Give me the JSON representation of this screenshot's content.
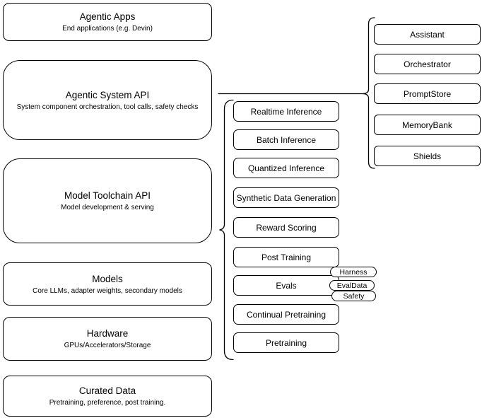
{
  "colors": {
    "stroke": "#000000",
    "background": "#ffffff",
    "text": "#000000"
  },
  "stack": [
    {
      "title": "Agentic Apps",
      "subtitle": "End applications (e.g. Devin)"
    },
    {
      "title": "Agentic System API",
      "subtitle": "System component orchestration, tool calls, safety checks"
    },
    {
      "title": "Model Toolchain API",
      "subtitle": "Model development & serving"
    },
    {
      "title": "Models",
      "subtitle": "Core LLMs, adapter weights, secondary models"
    },
    {
      "title": "Hardware",
      "subtitle": "GPUs/Accelerators/Storage"
    },
    {
      "title": "Curated Data",
      "subtitle": "Pretraining, preference, post training."
    }
  ],
  "toolchain_items": [
    "Realtime Inference",
    "Batch Inference",
    "Quantized Inference",
    "Synthetic Data Generation",
    "Reward Scoring",
    "Post Training",
    "Evals",
    "Continual Pretraining",
    "Pretraining"
  ],
  "eval_tags": [
    "Harness",
    "EvalData",
    "Safety"
  ],
  "system_items": [
    "Assistant",
    "Orchestrator",
    "PromptStore",
    "MemoryBank",
    "Shields"
  ]
}
